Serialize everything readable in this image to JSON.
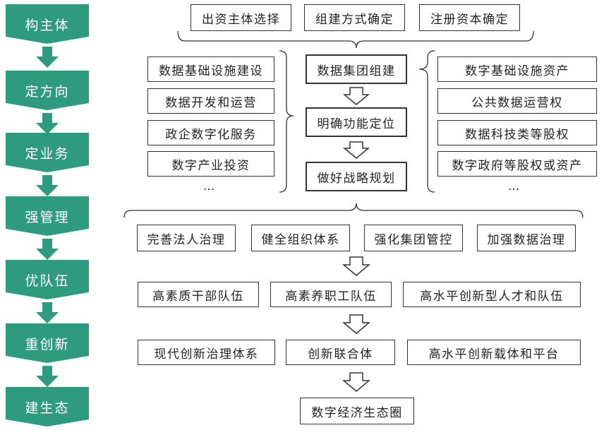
{
  "colors": {
    "stage_fill": "#2e9a7e",
    "stage_arrow": "#2e9a7e",
    "line": "#333333"
  },
  "stages": [
    "构主体",
    "定方向",
    "定业务",
    "强管理",
    "优队伍",
    "重创新",
    "建生态"
  ],
  "top_options": [
    "出资主体选择",
    "组建方式确定",
    "注册资本确定"
  ],
  "left_business": [
    "数据基础设施建设",
    "数据开发和运营",
    "政企数字化服务",
    "数字产业投资",
    "…"
  ],
  "center_steps": [
    "数据集团组建",
    "明确功能定位",
    "做好战略规划"
  ],
  "right_assets": [
    "数字基础设施资产",
    "公共数据运营权",
    "数据科技类等股权",
    "数字政府等股权或资产",
    "…"
  ],
  "management": [
    "完善法人治理",
    "健全组织体系",
    "强化集团管控",
    "加强数据治理"
  ],
  "team": [
    "高素质干部队伍",
    "高素养职工队伍",
    "高水平创新型人才和队伍"
  ],
  "innovation": [
    "现代创新治理体系",
    "创新联合体",
    "高水平创新载体和平台"
  ],
  "ecology": [
    "数字经济生态圈"
  ]
}
